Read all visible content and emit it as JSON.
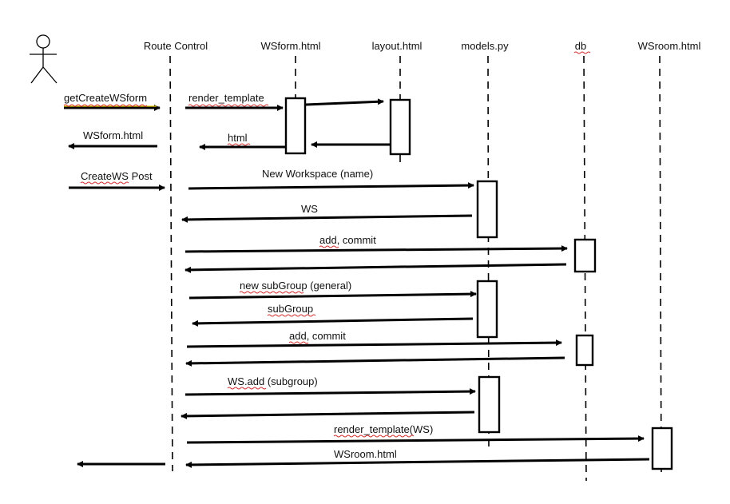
{
  "participants": [
    {
      "id": "actor",
      "label": ""
    },
    {
      "id": "route",
      "label": "Route Control"
    },
    {
      "id": "wsform",
      "label": "WSform.html"
    },
    {
      "id": "layout",
      "label": "layout.html"
    },
    {
      "id": "models",
      "label": "models.py"
    },
    {
      "id": "db",
      "label": "db"
    },
    {
      "id": "wsroom",
      "label": "WSroom.html"
    }
  ],
  "messages": [
    {
      "label": "getCreateWSform"
    },
    {
      "label": "render_template"
    },
    {
      "label": ""
    },
    {
      "label": "WSform.html"
    },
    {
      "label": "html"
    },
    {
      "label": ""
    },
    {
      "label": "CreateWS Post"
    },
    {
      "label": "New Workspace (name)"
    },
    {
      "label": "WS"
    },
    {
      "label": "add, commit"
    },
    {
      "label": ""
    },
    {
      "label": "new subGroup (general)"
    },
    {
      "label": "subGroup"
    },
    {
      "label": "add, commit"
    },
    {
      "label": ""
    },
    {
      "label": "WS.add (subgroup)"
    },
    {
      "label": ""
    },
    {
      "label": "render_template(WS)"
    },
    {
      "label": "WSroom.html"
    },
    {
      "label": ""
    }
  ],
  "colors": {
    "line": "#000000",
    "text": "#111111",
    "spellcheck": "#d03030"
  }
}
